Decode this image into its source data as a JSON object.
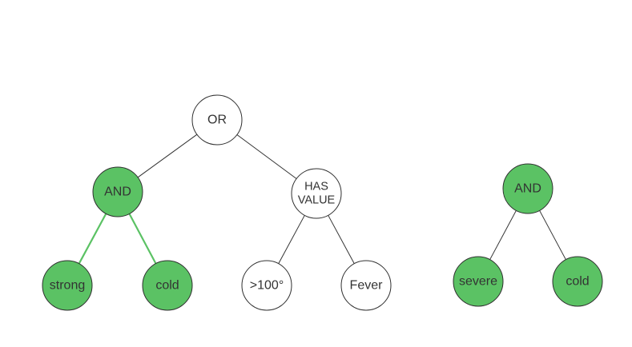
{
  "colors": {
    "filled": "#5bc264",
    "empty": "#ffffff",
    "stroke": "#2f2f2f",
    "edge": "#333333",
    "highlight_edge": "#5bc264",
    "text": "#333333"
  },
  "nodes": {
    "or": {
      "lines": [
        "OR"
      ],
      "fill": "empty"
    },
    "and_left": {
      "lines": [
        "AND"
      ],
      "fill": "filled"
    },
    "strong": {
      "lines": [
        "strong"
      ],
      "fill": "filled"
    },
    "cold_left": {
      "lines": [
        "cold"
      ],
      "fill": "filled"
    },
    "has_value": {
      "lines": [
        "HAS",
        "VALUE"
      ],
      "fill": "empty"
    },
    "gt100": {
      "lines": [
        ">100°"
      ],
      "fill": "empty"
    },
    "fever": {
      "lines": [
        "Fever"
      ],
      "fill": "empty"
    },
    "and_right": {
      "lines": [
        "AND"
      ],
      "fill": "filled"
    },
    "severe": {
      "lines": [
        "severe"
      ],
      "fill": "filled"
    },
    "cold_right": {
      "lines": [
        "cold"
      ],
      "fill": "filled"
    }
  },
  "edges": [
    {
      "from": "or",
      "to": "and_left",
      "highlight": false
    },
    {
      "from": "or",
      "to": "has_value",
      "highlight": false
    },
    {
      "from": "and_left",
      "to": "strong",
      "highlight": true
    },
    {
      "from": "and_left",
      "to": "cold_left",
      "highlight": true
    },
    {
      "from": "has_value",
      "to": "gt100",
      "highlight": false
    },
    {
      "from": "has_value",
      "to": "fever",
      "highlight": false
    },
    {
      "from": "and_right",
      "to": "severe",
      "highlight": false
    },
    {
      "from": "and_right",
      "to": "cold_right",
      "highlight": false
    }
  ]
}
